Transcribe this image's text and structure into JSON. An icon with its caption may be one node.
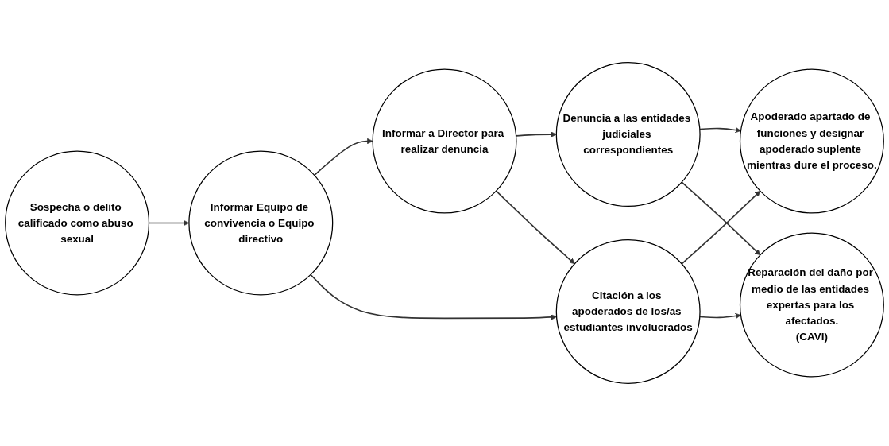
{
  "diagram": {
    "nodes": [
      {
        "text": [
          "Sospecha o delito calificado como abuso sexual"
        ]
      },
      {
        "text": [
          "Informar Equipo de convivencia o Equipo directivo"
        ]
      },
      {
        "text": [
          "Informar a Director para realizar denuncia"
        ]
      },
      {
        "text": [
          "Denuncia a las entidades judiciales correspondientes"
        ]
      },
      {
        "text": [
          "Citación a los apoderados de los/as estudiantes involucrados"
        ]
      },
      {
        "text": [
          "Apoderado apartado de funciones y designar apoderado suplente mientras dure el proceso."
        ]
      },
      {
        "text": [
          "Reparación del daño por medio de las entidades expertas para los afectados.",
          "(CAVI)"
        ]
      }
    ],
    "edges": [
      {
        "from": 0,
        "to": 1,
        "arrow": "to"
      },
      {
        "from": 1,
        "to": 2,
        "arrow": "to"
      },
      {
        "from": 1,
        "to": 4,
        "arrow": "to"
      },
      {
        "from": 2,
        "to": 3,
        "arrow": "to"
      },
      {
        "from": 2,
        "to": 4,
        "arrow": "to"
      },
      {
        "from": 3,
        "to": 5,
        "arrow": "to"
      },
      {
        "from": 3,
        "to": 6,
        "arrow": "to"
      },
      {
        "from": 4,
        "to": 5,
        "arrow": "to"
      },
      {
        "from": 4,
        "to": 6,
        "arrow": "to"
      }
    ]
  }
}
